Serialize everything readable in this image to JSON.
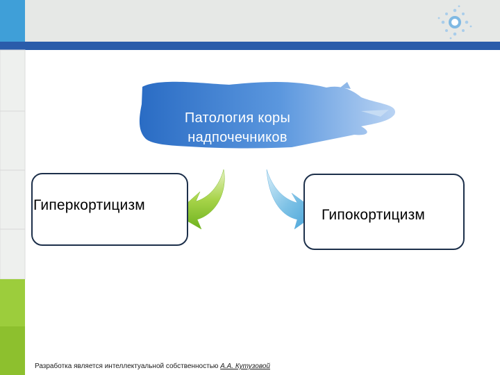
{
  "diagram": {
    "center_node": {
      "title_line1": "Патология коры",
      "title_line2": "надпочечников"
    },
    "left_node": {
      "label": "Гиперкортицизм"
    },
    "right_node": {
      "label": "Гипокортицизм"
    },
    "colors": {
      "top_banner": "#e6e8e6",
      "top_bar": "#2a5caa",
      "accent_blue": "#3f9fd8",
      "accent_green": "#9ccd3c",
      "center_blob": "#2f74c8",
      "box_border": "#1c2f4a"
    }
  },
  "footer": {
    "text_prefix": "Разработка является интеллектуальной собственностью ",
    "author": "А.А. Кутузовой"
  },
  "decorations": {
    "logo_icon": "sun-icon"
  }
}
